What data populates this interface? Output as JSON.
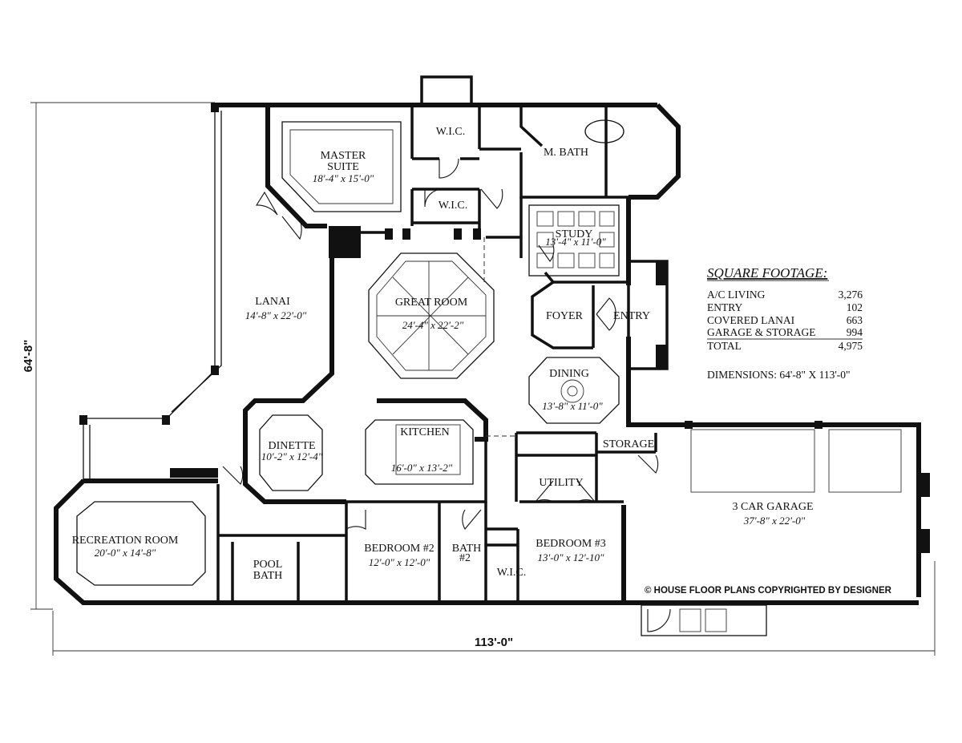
{
  "rooms": {
    "master_suite": {
      "name_line1": "MASTER",
      "name_line2": "SUITE",
      "dims": "18'-4\" x 15'-0\""
    },
    "wic_1": {
      "name": "W.I.C."
    },
    "wic_2": {
      "name": "W.I.C."
    },
    "master_bath": {
      "name": "M. BATH"
    },
    "study": {
      "name": "STUDY",
      "dims": "13'-4\" x 11'-0\""
    },
    "lanai": {
      "name": "LANAI",
      "dims": "14'-8\" x 22'-0\""
    },
    "great_room": {
      "name": "GREAT ROOM",
      "dims": "24'-4\" x 22'-2\""
    },
    "foyer": {
      "name": "FOYER"
    },
    "entry": {
      "name": "ENTRY"
    },
    "dining": {
      "name": "DINING",
      "dims": "13'-8\" x 11'-0\""
    },
    "kitchen": {
      "name": "KITCHEN",
      "dims": "16'-0\" x 13'-2\""
    },
    "dinette": {
      "name": "DINETTE",
      "dims": "10'-2\" x 12'-4\""
    },
    "storage": {
      "name": "STORAGE"
    },
    "utility": {
      "name": "UTILITY"
    },
    "garage": {
      "name": "3 CAR GARAGE",
      "dims": "37'-8\" x 22'-0\""
    },
    "recreation": {
      "name": "RECREATION ROOM",
      "dims": "20'-0\" x 14'-8\""
    },
    "pool_bath": {
      "name_line1": "POOL",
      "name_line2": "BATH"
    },
    "bedroom2": {
      "name": "BEDROOM #2",
      "dims": "12'-0\" x 12'-0\""
    },
    "bath2": {
      "name_line1": "BATH",
      "name_line2": "#2"
    },
    "bedroom3": {
      "name": "BEDROOM #3",
      "dims": "13'-0\" x 12'-10\""
    },
    "wic_3": {
      "name": "W.I.C."
    }
  },
  "square_footage": {
    "title": "SQUARE FOOTAGE:",
    "rows": [
      {
        "label": "A/C LIVING",
        "value": "3,276"
      },
      {
        "label": "ENTRY",
        "value": "102"
      },
      {
        "label": "COVERED LANAI",
        "value": "663"
      },
      {
        "label": "GARAGE & STORAGE",
        "value": "994"
      },
      {
        "label": "TOTAL",
        "value": "4,975"
      }
    ],
    "dimensions": "DIMENSIONS:  64'-8\" X 113'-0\""
  },
  "overall": {
    "width_label": "113'-0\"",
    "depth_label": "64'-8\""
  },
  "copyright": "© HOUSE FLOOR PLANS COPYRIGHTED BY DESIGNER"
}
